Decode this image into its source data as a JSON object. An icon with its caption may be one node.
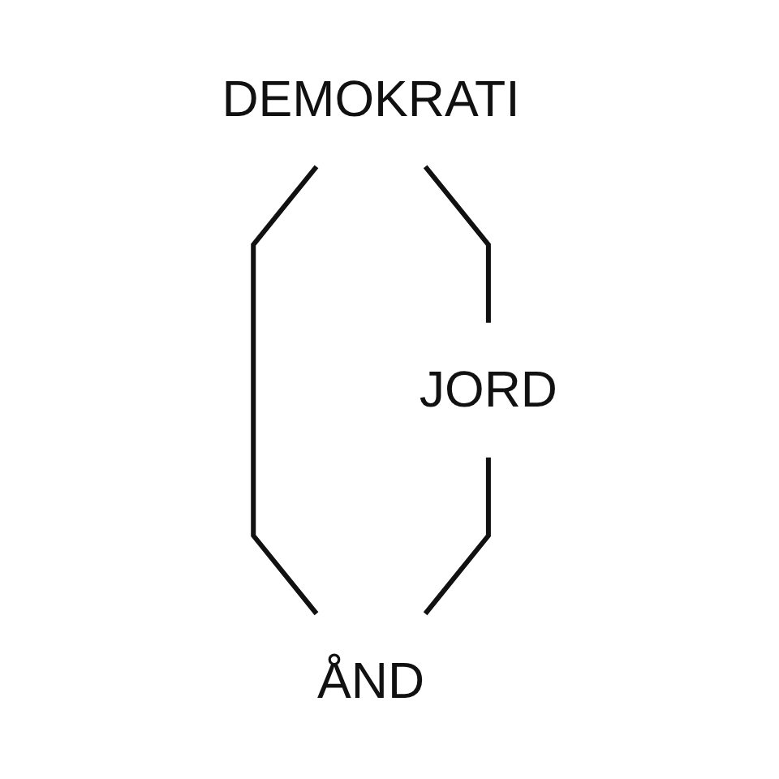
{
  "diagram": {
    "nodes": [
      {
        "text": [
          "DEMOKRATI"
        ]
      },
      {
        "text": [
          "JORD"
        ]
      },
      {
        "text": [
          "ÅND"
        ]
      }
    ],
    "edges": [
      {
        "from": 0,
        "to": 1,
        "arrow": "none"
      },
      {
        "from": 0,
        "to": 2,
        "arrow": "none"
      },
      {
        "from": 1,
        "to": 2,
        "arrow": "none"
      }
    ]
  }
}
